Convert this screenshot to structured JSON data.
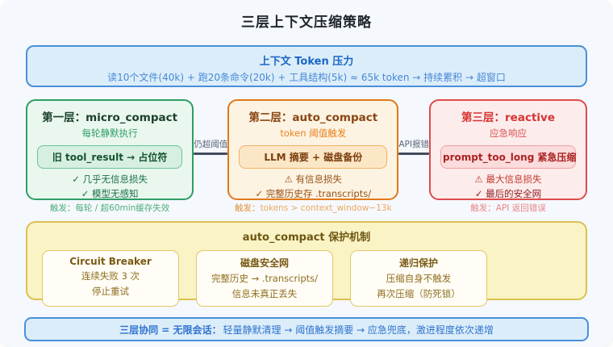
{
  "page": {
    "title": "三层上下文压缩策略"
  },
  "pressure": {
    "title": "上下文 Token 压力",
    "detail": "读10个文件(40k) + 跑20条命令(20k) + 工具结构(5k) ≈ 65k token → 持续累积 → 超窗口"
  },
  "connectors": [
    {
      "label": "仍超阈值"
    },
    {
      "label": "API报错"
    }
  ],
  "layers": [
    {
      "title": "第一层：micro_compact",
      "subtitle": "每轮静默执行",
      "pill": "旧 tool_result → 占位符",
      "points": [
        "✓ 几乎无信息损失",
        "✓ 模型无感知"
      ],
      "trigger_label": "触发：",
      "trigger": "每轮 / 超60min缓存失效",
      "colors": {
        "border": "#2f9e63",
        "bg": "#e9f7ef",
        "title": "#1b3f2b",
        "subtitle": "#2f9e63",
        "pill_bg": "#d6efe1",
        "pill_border": "#6cc295",
        "pill_text": "#14532d",
        "trigger_label": "#4fae7c",
        "trigger": "#4fae7c",
        "points": [
          "#1e7047",
          "#1e7047"
        ]
      }
    },
    {
      "title": "第二层：auto_compact",
      "subtitle": "token 阈值触发",
      "pill": "LLM 摘要 + 磁盘备份",
      "points": [
        "⚠ 有信息损失",
        "✓ 完整历史存 .transcripts/"
      ],
      "trigger_label": "触发：",
      "trigger": "tokens > context_window−13k",
      "colors": {
        "border": "#e0791a",
        "bg": "#fdf3e2",
        "title": "#8a4513",
        "subtitle": "#e8821e",
        "pill_bg": "#fbe7c6",
        "pill_border": "#f2b264",
        "pill_text": "#7c3e0e",
        "trigger_label": "#e1913e",
        "trigger": "#eda75f",
        "points": [
          "#97521a",
          "#97521a"
        ]
      }
    },
    {
      "title": "第三层：reactive",
      "subtitle": "应急响应",
      "pill": "prompt_too_long 紧急压缩",
      "points": [
        "⚠ 最大信息损失",
        "✓ 最后的安全网"
      ],
      "trigger_label": "触发：",
      "trigger": "API 返回错误",
      "colors": {
        "border": "#dd4b4b",
        "bg": "#fdecec",
        "title": "#d63333",
        "subtitle": "#dc5151",
        "pill_bg": "#fbdbdb",
        "pill_border": "#f0a0a0",
        "pill_text": "#ab2222",
        "trigger_label": "#e98585",
        "trigger": "#e98585",
        "points": [
          "#c23a2c",
          "#8f1d1d"
        ]
      }
    }
  ],
  "protection": {
    "title": "auto_compact 保护机制",
    "cards": [
      {
        "title": "Circuit Breaker",
        "lines": [
          "连续失败 3 次",
          "停止重试"
        ]
      },
      {
        "title": "磁盘安全网",
        "lines": [
          "完整历史 → .transcripts/",
          "信息未真正丢失"
        ]
      },
      {
        "title": "递归保护",
        "lines": [
          "压缩自身不触发",
          "再次压缩（防死锁）"
        ]
      }
    ]
  },
  "footer": {
    "prefix": "三层协同 = 无限会话：",
    "text": "轻量静默清理 → 阈值触发摘要 → 应急兜底，激进程度依次递增"
  },
  "theme": {
    "card_bg": "#f5f8fc",
    "blue_border": "#4a90d9",
    "blue_bg": "#dcedfa",
    "blue_title": "#1a66c4",
    "blue_text": "#4589d6",
    "yellow_border": "#dcc14f",
    "yellow_bg": "#faf3c5",
    "yellow_title": "#6d5712",
    "connector_line": "#434c5e",
    "connector_label": "#5d6778"
  }
}
